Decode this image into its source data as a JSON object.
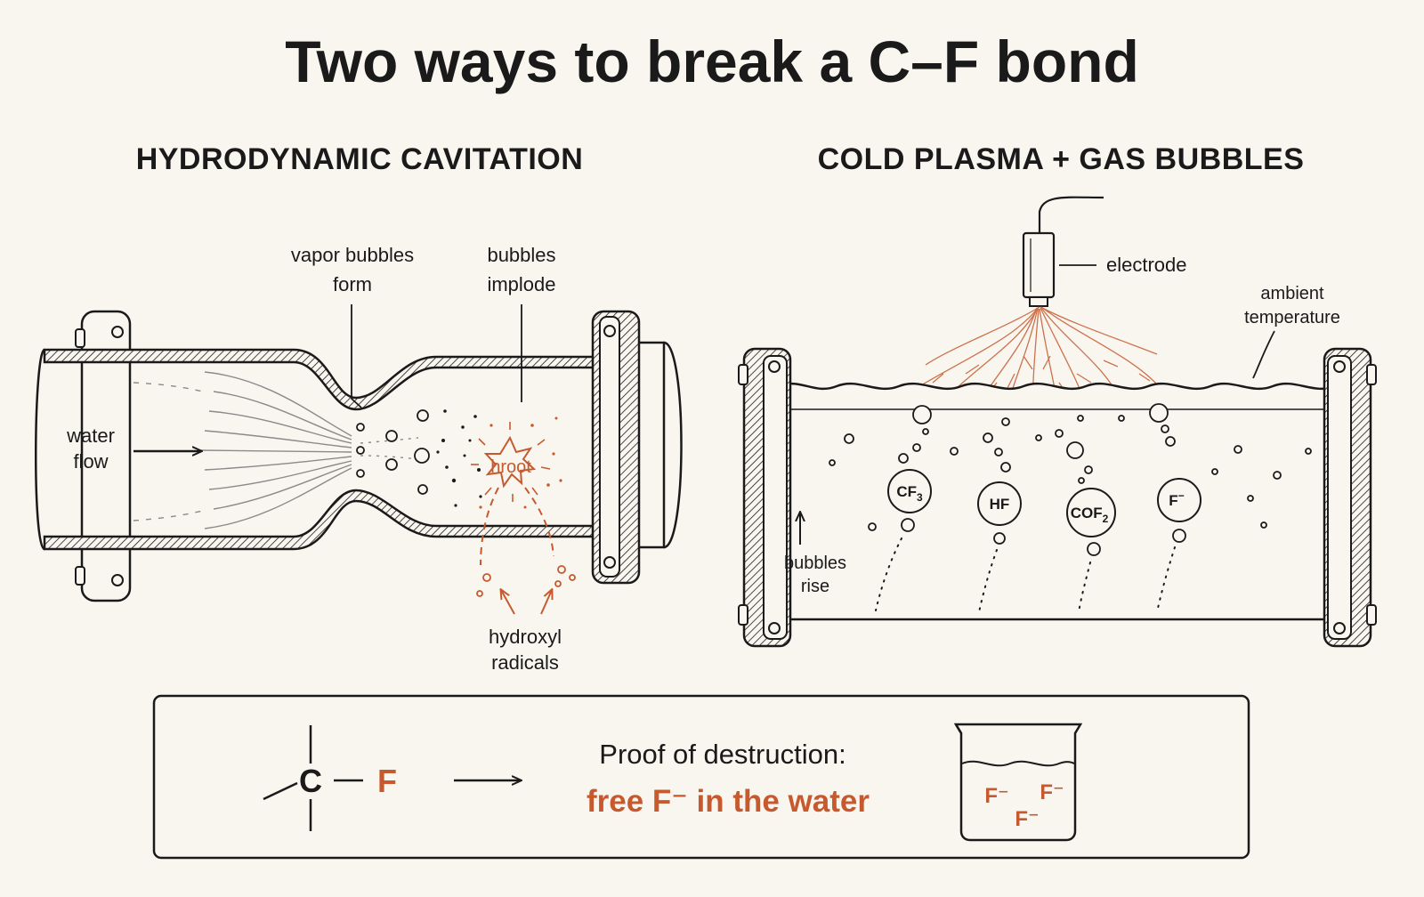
{
  "title": "Two ways to break a C–F bond",
  "left": {
    "heading": "HYDRODYNAMIC CAVITATION",
    "labels": {
      "vapor_1": "vapor bubbles",
      "vapor_2": "form",
      "implode_1": "bubbles",
      "implode_2": "implode",
      "water_1": "water",
      "water_2": "flow",
      "pop": "hroot",
      "hydroxyl_1": "hydroxyl",
      "hydroxyl_2": "radicals"
    }
  },
  "right": {
    "heading": "COLD PLASMA + GAS BUBBLES",
    "labels": {
      "electrode": "electrode",
      "ambient_1": "ambient",
      "ambient_2": "temperature",
      "rise_1": "bubbles",
      "rise_2": "rise"
    },
    "molecules": [
      {
        "base": "CF",
        "sub": "3",
        "sup": ""
      },
      {
        "base": "HF",
        "sub": "",
        "sup": ""
      },
      {
        "base": "COF",
        "sub": "2",
        "sup": ""
      },
      {
        "base": "F",
        "sub": "",
        "sup": "−"
      }
    ]
  },
  "proof": {
    "carbon": "C",
    "fluorine": "F",
    "heading": "Proof of destruction:",
    "result": "free F⁻ in the water",
    "ions": [
      "F⁻",
      "F⁻",
      "F⁻"
    ]
  },
  "colors": {
    "accent": "#c65a2e",
    "ink": "#1a1a1a",
    "background": "#f9f6f0"
  }
}
